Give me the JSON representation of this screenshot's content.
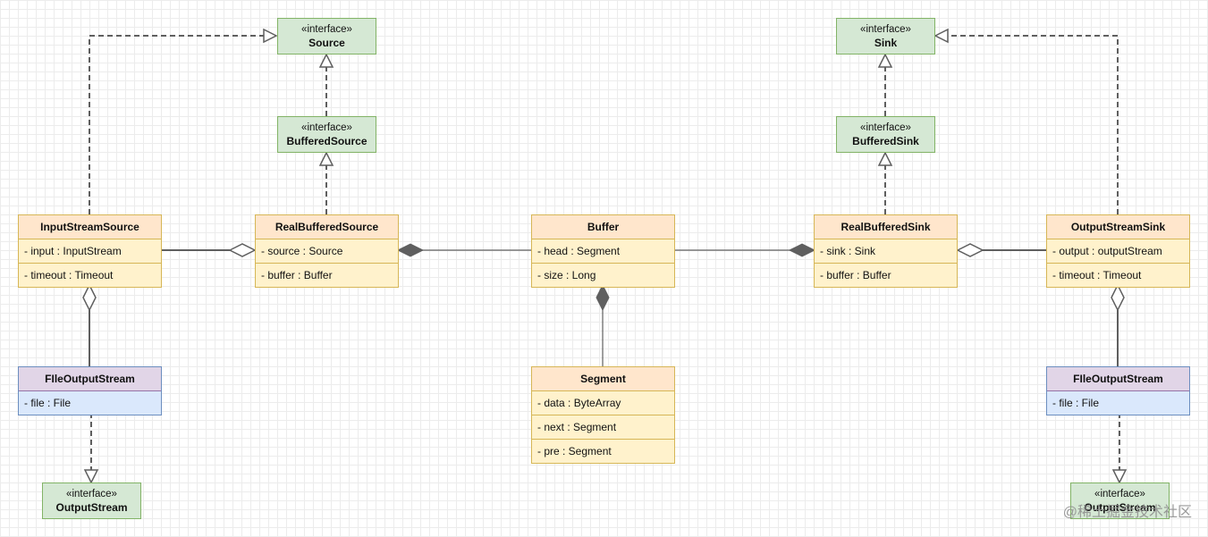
{
  "colors": {
    "interface_fill": "#d5e8d4",
    "interface_border": "#82b366",
    "class_header_fill": "#ffe6cc",
    "class_body_fill": "#fff2cc",
    "class_border": "#d6b656",
    "file_header_fill": "#e1d5e7",
    "file_body_fill": "#dae8fc",
    "connector": "#5f5f5f"
  },
  "interfaces": {
    "source": {
      "stereotype": "«interface»",
      "name": "Source"
    },
    "buffered_source": {
      "stereotype": "«interface»",
      "name": "BufferedSource"
    },
    "sink": {
      "stereotype": "«interface»",
      "name": "Sink"
    },
    "buffered_sink": {
      "stereotype": "«interface»",
      "name": "BufferedSink"
    },
    "output_stream_left": {
      "stereotype": "«interface»",
      "name": "OutputStream"
    },
    "output_stream_right": {
      "stereotype": "«interface»",
      "name": "OutputStream"
    }
  },
  "classes": {
    "input_stream_source": {
      "name": "InputStreamSource",
      "fields": [
        "- input : InputStream",
        "- timeout : Timeout"
      ]
    },
    "real_buffered_source": {
      "name": "RealBufferedSource",
      "fields": [
        "- source : Source",
        "- buffer : Buffer"
      ]
    },
    "buffer": {
      "name": "Buffer",
      "fields": [
        "- head : Segment",
        "- size : Long"
      ]
    },
    "real_buffered_sink": {
      "name": "RealBufferedSink",
      "fields": [
        "- sink : Sink",
        "- buffer : Buffer"
      ]
    },
    "output_stream_sink": {
      "name": "OutputStreamSink",
      "fields": [
        "- output : outputStream",
        "- timeout : Timeout"
      ]
    },
    "segment": {
      "name": "Segment",
      "fields": [
        "- data : ByteArray",
        "- next : Segment",
        "- pre : Segment"
      ]
    },
    "file_output_stream_left": {
      "name": "FIleOutputStream",
      "fields": [
        "- file : File"
      ]
    },
    "file_output_stream_right": {
      "name": "FIleOutputStream",
      "fields": [
        "- file : File"
      ]
    }
  },
  "relations": [
    {
      "from": "InputStreamSource",
      "to": "Source",
      "kind": "realization"
    },
    {
      "from": "BufferedSource",
      "to": "Source",
      "kind": "realization"
    },
    {
      "from": "RealBufferedSource",
      "to": "BufferedSource",
      "kind": "realization"
    },
    {
      "from": "BufferedSink",
      "to": "Sink",
      "kind": "realization"
    },
    {
      "from": "RealBufferedSink",
      "to": "BufferedSink",
      "kind": "realization"
    },
    {
      "from": "OutputStreamSink",
      "to": "Sink",
      "kind": "realization"
    },
    {
      "from": "FIleOutputStream",
      "to": "OutputStream",
      "kind": "realization"
    },
    {
      "from": "RealBufferedSource",
      "to": "InputStreamSource",
      "kind": "aggregation"
    },
    {
      "from": "RealBufferedSink",
      "to": "OutputStreamSink",
      "kind": "aggregation"
    },
    {
      "from": "InputStreamSource",
      "to": "FIleOutputStream",
      "kind": "aggregation"
    },
    {
      "from": "OutputStreamSink",
      "to": "FIleOutputStream",
      "kind": "aggregation"
    },
    {
      "from": "RealBufferedSource",
      "to": "Buffer",
      "kind": "composition"
    },
    {
      "from": "RealBufferedSink",
      "to": "Buffer",
      "kind": "composition"
    },
    {
      "from": "Buffer",
      "to": "Segment",
      "kind": "composition"
    }
  ],
  "watermark": "@稀土掘金技术社区"
}
